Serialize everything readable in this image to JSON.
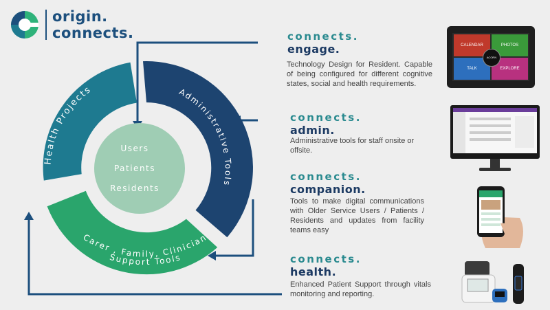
{
  "logo": {
    "line1": "origin.",
    "line2": "connects."
  },
  "diagram": {
    "segments": [
      {
        "label": "Health Projects",
        "color": "#1e7a90"
      },
      {
        "label": "Administrative Tools",
        "color": "#1d4470"
      },
      {
        "label": "Carer , Family, Clinician Support Tools",
        "line1": "Carer , Family, Clinician",
        "line2": "Support Tools",
        "color": "#2aa56c"
      }
    ],
    "center": {
      "items": [
        "Users",
        "Patients",
        "Residents"
      ],
      "color": "#9fcdb4"
    }
  },
  "sections": [
    {
      "prefix": "connects.",
      "title": "engage.",
      "description": "Technology Design for Resident. Capable of being configured for different cognitive states, social and health requirements.",
      "device": "tablet",
      "tiles": [
        "CALENDAR",
        "PHOTOS",
        "TALK",
        "EXPLORE"
      ],
      "center_label": "ACORN"
    },
    {
      "prefix": "connects.",
      "title": "admin.",
      "description": "Administrative tools for staff onsite or offsite.",
      "device": "monitor"
    },
    {
      "prefix": "connects.",
      "title": "companion.",
      "description": "Tools to make digital communications with Older Service Users / Patients / Residents and updates from facility teams easy",
      "device": "phone"
    },
    {
      "prefix": "connects.",
      "title": "health.",
      "description": "Enhanced Patient Support through vitals monitoring and reporting.",
      "device": "health-devices"
    }
  ],
  "colors": {
    "arrow": "#1c4f7d",
    "brand_green": "#2eb27a",
    "brand_blue": "#1c4f7d"
  }
}
